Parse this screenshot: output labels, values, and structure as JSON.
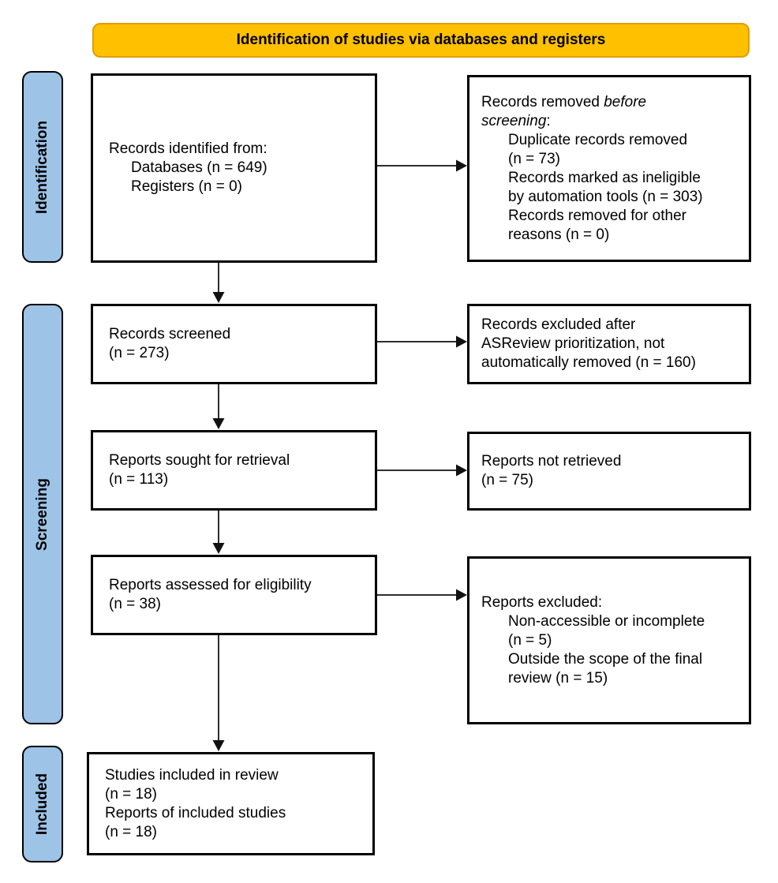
{
  "banner": {
    "title": "Identification of studies via databases and registers"
  },
  "stages": {
    "identification": "Identification",
    "screening": "Screening",
    "included": "Included"
  },
  "colors": {
    "banner_fill": "#FFC000",
    "banner_border": "#E09E00",
    "stage_fill": "#9DC3E6",
    "box_border": "#000000",
    "arrow": "#2E2E2E"
  },
  "boxes": {
    "records_identified": {
      "title": "Records identified from:",
      "items": [
        "Databases (n = 649)",
        "Registers (n = 0)"
      ]
    },
    "records_removed": {
      "title_line1_normal": "Records removed ",
      "title_line1_italic": "before",
      "title_line2_italic": "screening",
      "title_line2_normal": ":",
      "items": [
        "Duplicate records removed",
        "(n = 73)",
        "Records marked as ineligible",
        "by automation tools (n = 303)",
        "Records removed for other",
        "reasons (n = 0)"
      ]
    },
    "records_screened": {
      "lines": [
        "Records screened",
        "(n = 273)"
      ]
    },
    "records_excluded_asreview": {
      "lines": [
        "Records excluded after",
        "ASReview prioritization, not",
        "automatically removed (n = 160)"
      ]
    },
    "reports_sought": {
      "lines": [
        "Reports sought for retrieval",
        "(n = 113)"
      ]
    },
    "reports_not_retrieved": {
      "lines": [
        "Reports not retrieved",
        "(n = 75)"
      ]
    },
    "reports_assessed": {
      "lines": [
        "Reports assessed for eligibility",
        "(n = 38)"
      ]
    },
    "reports_excluded": {
      "title": "Reports excluded:",
      "items": [
        "Non-accessible or incomplete",
        "(n = 5)",
        "Outside the scope of the final",
        "review (n = 15)"
      ]
    },
    "studies_included": {
      "lines": [
        "Studies included in review",
        "(n = 18)",
        "Reports of included studies",
        "(n = 18)"
      ]
    }
  }
}
